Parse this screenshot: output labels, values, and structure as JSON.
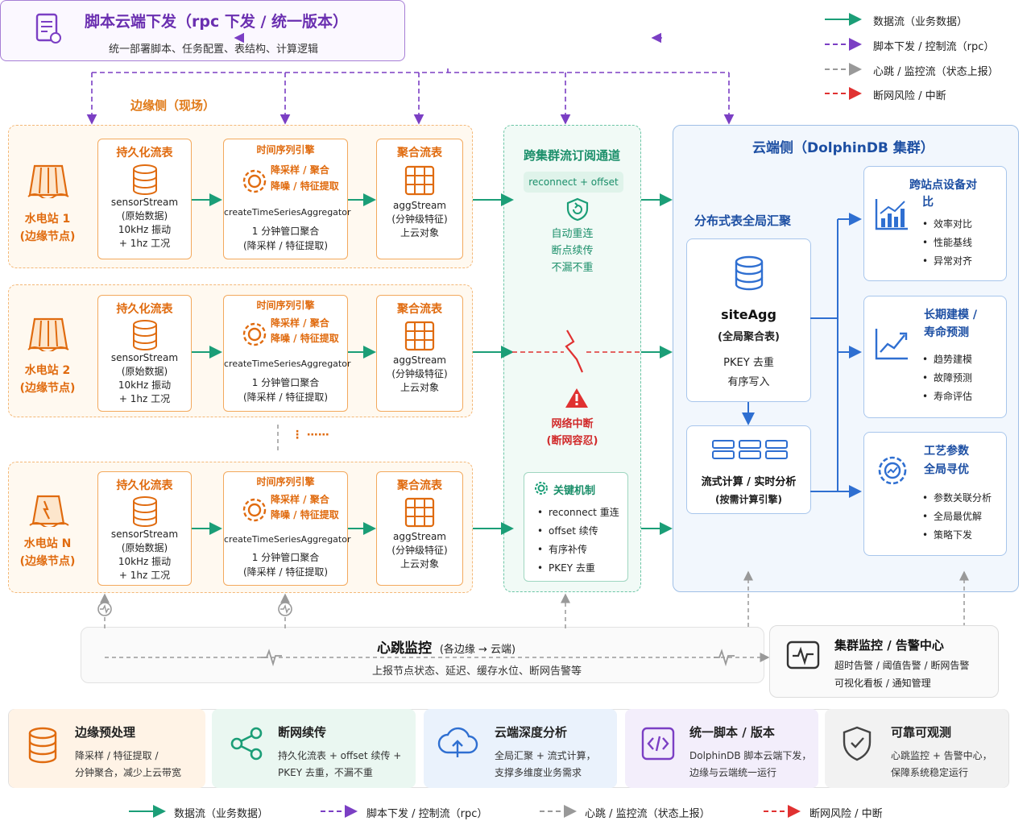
{
  "header": {
    "title": "脚本云端下发（rpc 下发 / 统一版本）",
    "subtitle": "统一部署脚本、任务配置、表结构、计算逻辑"
  },
  "legend_top": [
    {
      "label": "数据流（业务数据）",
      "color": "#1b9e77"
    },
    {
      "label": "脚本下发 / 控制流（rpc）",
      "color": "#7b3fc4"
    },
    {
      "label": "心跳 / 监控流（状态上报）",
      "color": "#999999"
    },
    {
      "label": "断网风险 / 中断",
      "color": "#e03131"
    }
  ],
  "edge": {
    "title": "边缘侧（现场）",
    "stations": [
      {
        "name": "水电站 1",
        "role": "(边缘节点)"
      },
      {
        "name": "水电站 2",
        "role": "(边缘节点)"
      },
      {
        "name": "水电站 N",
        "role": "(边缘节点)"
      }
    ],
    "stream_title": "持久化流表",
    "stream_lines": [
      "sensorStream",
      "(原始数据)",
      "10kHz 振动",
      "+ 1hz 工况"
    ],
    "engine_title": "时间序列引擎",
    "engine_sub": [
      "降采样 / 聚合",
      "降噪 / 特征提取"
    ],
    "engine_func": "createTimeSeriesAggregator",
    "engine_lines": [
      "1 分钟管口聚合",
      "(降采样 / 特征提取)"
    ],
    "agg_title": "聚合流表",
    "agg_lines": [
      "aggStream",
      "(分钟级特征)",
      "上云对象"
    ],
    "ellipsis": "⋮ ⋯⋯"
  },
  "channel": {
    "title": "跨集群流订阅通道",
    "badge": "reconnect + offset",
    "auto_lines": [
      "自动重连",
      "断点续传",
      "不漏不重"
    ],
    "break_lines": [
      "网络中断",
      "(断网容忍)"
    ],
    "mech_title": "关键机制",
    "mech_items": [
      "reconnect 重连",
      "offset 续传",
      "有序补传",
      "PKEY 去重"
    ]
  },
  "cloud": {
    "title": "云端侧（DolphinDB 集群）",
    "dist_title": "分布式表全局汇聚",
    "site_name": "siteAgg",
    "site_desc": "(全局聚合表)",
    "site_lines": [
      "PKEY 去重",
      "有序写入"
    ],
    "stream_calc": [
      "流式计算 / 实时分析",
      "(按需计算引擎)"
    ],
    "panels": [
      {
        "title": [
          "跨站点设备对",
          "比"
        ],
        "items": [
          "效率对比",
          "性能基线",
          "异常对齐"
        ]
      },
      {
        "title": [
          "长期建模 /",
          "寿命预测"
        ],
        "items": [
          "趋势建模",
          "故障预测",
          "寿命评估"
        ]
      },
      {
        "title": [
          "工艺参数",
          "全局寻优"
        ],
        "items": [
          "参数关联分析",
          "全局最优解",
          "策略下发"
        ]
      }
    ]
  },
  "heartbeat": {
    "title": "心跳监控",
    "title_sub": "(各边缘 → 云端)",
    "desc": "上报节点状态、延迟、缓存水位、断网告警等"
  },
  "alert": {
    "title": "集群监控 / 告警中心",
    "lines": [
      "超时告警 / 阈值告警 / 断网告警",
      "可视化看板 / 通知管理"
    ]
  },
  "bottom": [
    {
      "title": "边缘预处理",
      "lines": [
        "降采样 / 特征提取 /",
        "分钟聚合，减少上云带宽"
      ],
      "bg": "#fff3e6",
      "icon": "database-icon"
    },
    {
      "title": "断网续传",
      "lines": [
        "持久化流表 + offset 续传 +",
        "PKEY 去重，不漏不重"
      ],
      "bg": "#eaf7f1",
      "icon": "share-icon"
    },
    {
      "title": "云端深度分析",
      "lines": [
        "全局汇聚 + 流式计算，",
        "支撑多维度业务需求"
      ],
      "bg": "#eaf2fc",
      "icon": "cloud-upload-icon"
    },
    {
      "title": "统一脚本 / 版本",
      "lines": [
        "DolphinDB 脚本云端下发，",
        "边缘与云端统一运行"
      ],
      "bg": "#f3eefb",
      "icon": "code-icon"
    },
    {
      "title": "可靠可观测",
      "lines": [
        "心跳监控 + 告警中心，",
        "保障系统稳定运行"
      ],
      "bg": "#f2f2f2",
      "icon": "shield-icon"
    }
  ],
  "legend_bottom": [
    {
      "label": "数据流（业务数据）",
      "color": "#1b9e77"
    },
    {
      "label": "脚本下发 / 控制流（rpc）",
      "color": "#7b3fc4"
    },
    {
      "label": "心跳 / 监控流（状态上报）",
      "color": "#999999"
    },
    {
      "label": "断网风险 / 中断",
      "color": "#e03131"
    }
  ]
}
